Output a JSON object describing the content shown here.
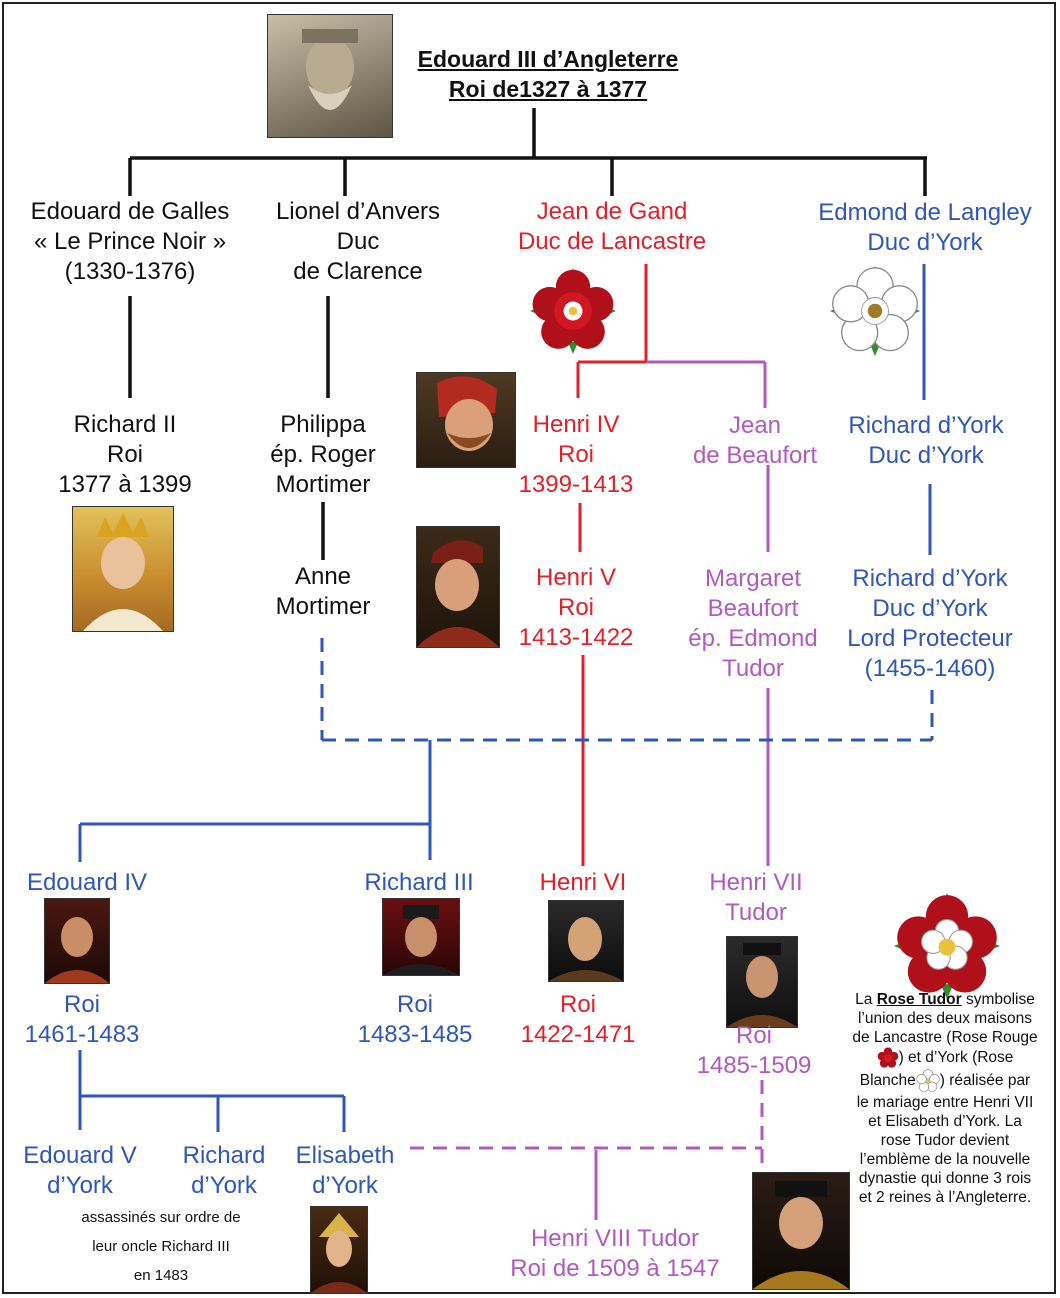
{
  "colors": {
    "ancestry": "#111111",
    "lancaster": "#e0202a",
    "york": "#2f56b8",
    "beaufort_tudor": "#b05ac0"
  },
  "root": {
    "title_line1": "Edouard III d’Angleterre",
    "title_line2": "Roi de1327 à 1377",
    "portrait_icon": "edward-iii-effigy-portrait"
  },
  "gen1": {
    "edouard_galles": [
      "Edouard de Galles",
      "« Le Prince Noir »",
      "(1330-1376)"
    ],
    "lionel": [
      "Lionel d’Anvers",
      "Duc",
      "de Clarence"
    ],
    "jean_gand": [
      "Jean de Gand",
      "Duc de Lancastre"
    ],
    "edmond": [
      "Edmond de Langley",
      "Duc d’York"
    ]
  },
  "gen2": {
    "richard_ii": [
      "Richard II",
      "Roi",
      "1377 à 1399"
    ],
    "philippa": [
      "Philippa",
      "ép. Roger",
      "Mortimer"
    ],
    "henri_iv": [
      "Henri IV",
      "Roi",
      "1399-1413"
    ],
    "jean_beaufort": [
      "Jean",
      "de Beaufort"
    ],
    "richard_york1": [
      "Richard d’York",
      "Duc d’York"
    ]
  },
  "gen3": {
    "anne": [
      "Anne",
      "Mortimer"
    ],
    "henri_v": [
      "Henri V",
      "Roi",
      "1413-1422"
    ],
    "margaret": [
      "Margaret",
      "Beaufort",
      "ép. Edmond",
      "Tudor"
    ],
    "richard_york2": [
      "Richard d’York",
      "Duc d’York",
      "Lord Protecteur",
      "(1455-1460)"
    ]
  },
  "gen4": {
    "edouard_iv_name": "Edouard IV",
    "edouard_iv_reign": [
      "Roi",
      "1461-1483"
    ],
    "richard_iii_name": "Richard III",
    "richard_iii_reign": [
      "Roi",
      "1483-1485"
    ],
    "henri_vi_name": "Henri VI",
    "henri_vi_reign": [
      "Roi",
      "1422-1471"
    ],
    "henri_vii_name": [
      "Henri VII",
      "Tudor"
    ],
    "henri_vii_reign": [
      "Roi",
      "1485-1509"
    ]
  },
  "gen5": {
    "edouard_v": [
      "Edouard V",
      "d’York"
    ],
    "richard_york3": [
      "Richard",
      "d’York"
    ],
    "elisabeth": [
      "Elisabeth",
      "d’York"
    ],
    "murder_note": [
      "assassinés sur ordre de",
      "leur oncle Richard III",
      "en 1483"
    ],
    "henri_viii": [
      "Henri VIII Tudor",
      "Roi de 1509 à 1547"
    ]
  },
  "tudor_note": {
    "prefix": "La ",
    "rose_tudor": "Rose Tudor",
    "p1": " symbolise l’union des deux maisons de Lancastre (Rose Rouge ",
    "p2": ") et d’York (Rose Blanche",
    "p3": ") réalisée par le mariage entre Henri VII et Elisabeth d’York.  La rose Tudor devient l’emblème de la nouvelle dynastie  qui donne 3 rois et 2 reines à l’Angleterre."
  },
  "icons": {
    "red_rose": "red-rose-icon",
    "white_rose": "white-rose-icon",
    "tudor_rose": "tudor-rose-icon"
  }
}
